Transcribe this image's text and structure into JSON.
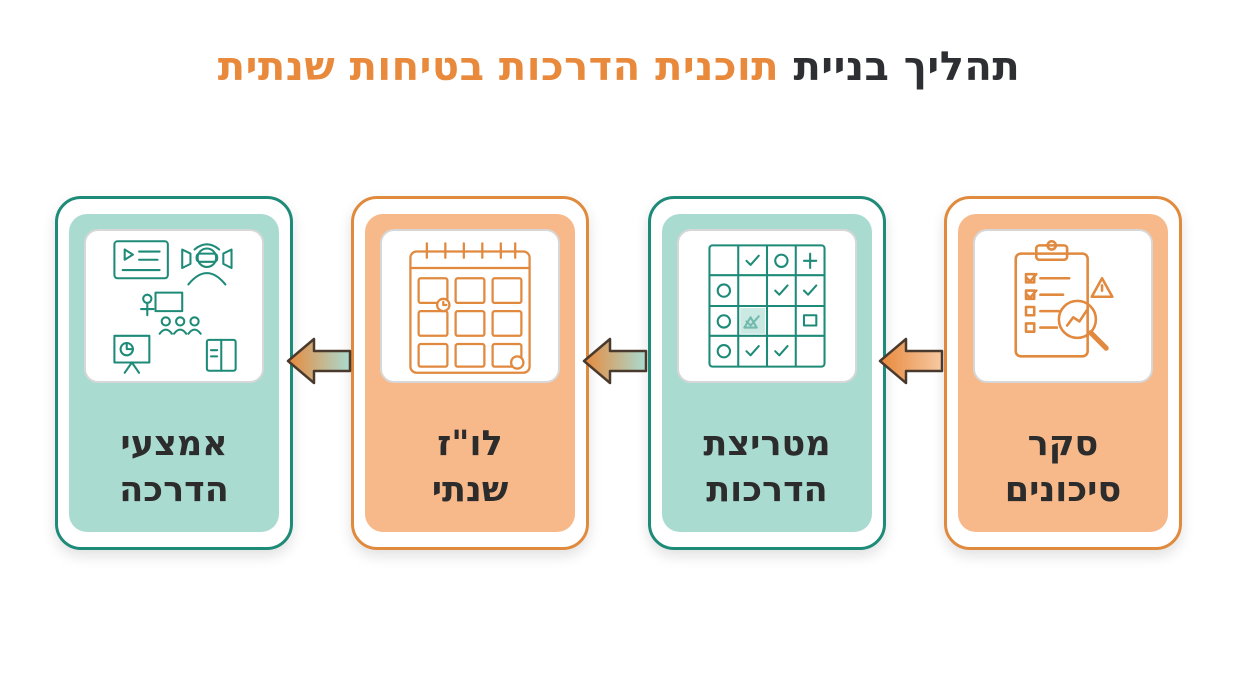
{
  "title": {
    "part_dark": "תהליך בניית",
    "part_accent": "תוכנית הדרכות בטיחות שנתית"
  },
  "steps": [
    {
      "line1": "סקר",
      "line2": "סיכונים",
      "theme": "orange",
      "icon": "clipboard-risk-icon"
    },
    {
      "line1": "מטריצת",
      "line2": "הדרכות",
      "theme": "teal",
      "icon": "training-matrix-icon"
    },
    {
      "line1": "לו\"ז",
      "line2": "שנתי",
      "theme": "orange",
      "icon": "calendar-icon"
    },
    {
      "line1": "אמצעי",
      "line2": "הדרכה",
      "theme": "teal",
      "icon": "training-means-icon"
    }
  ],
  "colors": {
    "orange_accent": "#e8893c",
    "orange_fill": "#f7b88a",
    "teal_border": "#1e8a78",
    "teal_fill": "#a9dbd0",
    "dark_text": "#2e2f33"
  }
}
